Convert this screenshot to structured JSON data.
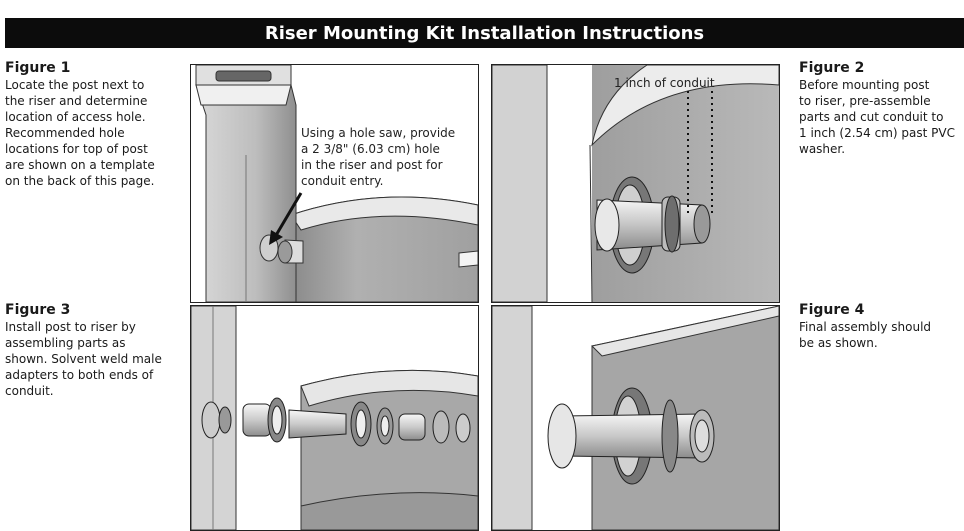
{
  "page": {
    "title": "Riser Mounting Kit Installation Instructions"
  },
  "figures": [
    {
      "heading": "Figure 1",
      "body": "Locate the post next to\nthe riser and determine\nlocation of access hole.\nRecommended hole\nlocations for top of post\nare shown on a template\non the back of this page."
    },
    {
      "heading": "Figure 2",
      "body": "Before mounting post\nto riser, pre-assemble\nparts and cut conduit to\n1 inch (2.54 cm) past PVC\nwasher."
    },
    {
      "heading": "Figure 3",
      "body": "Install post to riser by\nassembling parts as\nshown. Solvent weld male\nadapters to both ends of\nconduit."
    },
    {
      "heading": "Figure 4",
      "body": "Final assembly should\nbe as shown."
    }
  ],
  "callouts": {
    "hole_saw": "Using a hole saw, provide\na 2 3/8\" (6.03 cm) hole\nin the riser and post for\nconduit entry.",
    "conduit_inch": "1 inch of conduit"
  }
}
